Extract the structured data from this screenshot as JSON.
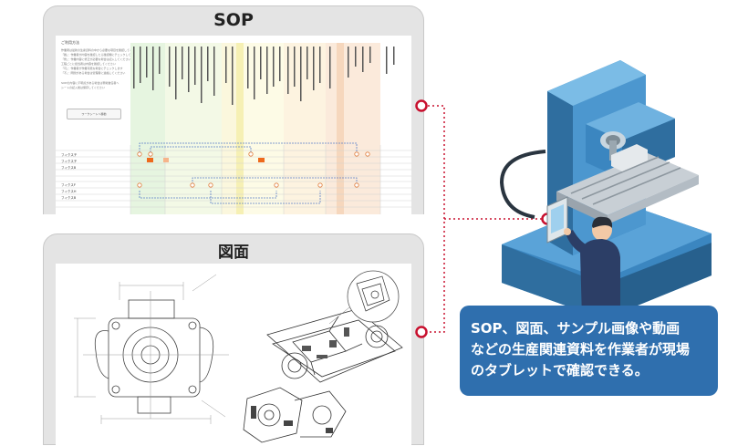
{
  "sop_panel": {
    "title": "SOP",
    "instructions_title": "ご利用方法",
    "instructions_lines": [
      "作業者は最新の生産資料の中から必要な項目を確認してください",
      "「確」：作業者が内容を確認したら確認欄にチェックしてください",
      "「修」：作業内容に修正が必要な場合は記入してください",
      "工程ごとに担当者は内容を確認してください",
      "「可」：作業者が作業可能な場合にチェックします",
      "「不」：問題がある場合は管理者に連絡してください",
      "SOPの内容に不明点がある場合は現場責任者へ",
      "シートの記入後は保存してください"
    ],
    "button_label": "ワークシートへ移動",
    "row_labels": [
      "フィクスチ",
      "フィクスチ",
      "フィクスB",
      "フィクスF",
      "フィクスH",
      "フィクスB"
    ]
  },
  "drawing_panel": {
    "title": "図面"
  },
  "caption": {
    "lines": [
      "SOP、図面、サンプル画像や動画",
      "などの生産関連資料を作業者が現場",
      "のタブレットで確認できる。"
    ]
  },
  "colors": {
    "brand_blue": "#2f6fae",
    "connector_red": "#c8102e",
    "machine_blue": "#3b86c0",
    "worker_navy": "#2c3e66"
  }
}
